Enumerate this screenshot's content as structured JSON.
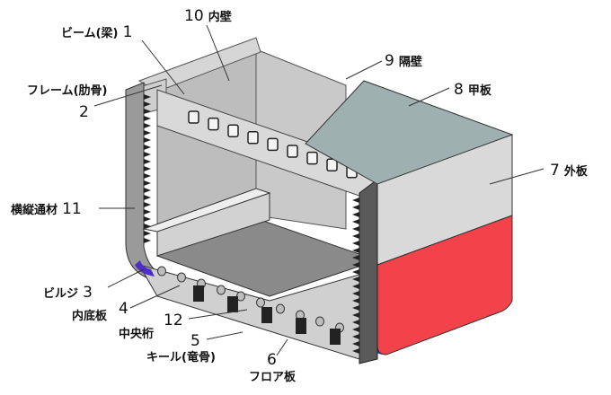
{
  "labels": [
    {
      "num": "1",
      "text": "ビーム(梁)"
    },
    {
      "num": "2",
      "text": "フレーム(肋骨)"
    },
    {
      "num": "3",
      "text": "ビルジ"
    },
    {
      "num": "4",
      "text": "内底板"
    },
    {
      "num": "5",
      "text": "キール(竜骨)"
    },
    {
      "num": "6",
      "text": "フロア板"
    },
    {
      "num": "7",
      "text": "外板"
    },
    {
      "num": "8",
      "text": "甲板"
    },
    {
      "num": "9",
      "text": "隔壁"
    },
    {
      "num": "10",
      "text": "内壁"
    },
    {
      "num": "11",
      "text": "横縦通材"
    },
    {
      "num": "12",
      "text": "中央桁"
    }
  ],
  "colors": {
    "deck": "#9fb0b0",
    "side_plate_upper": "#d9d9d9",
    "side_plate_lower": "#f2434b",
    "bilge_keel": "#4b2ecc",
    "inner_wall": "#cfcfcf",
    "inner_bottom": "#8a8a8a",
    "dark": "#222222"
  }
}
